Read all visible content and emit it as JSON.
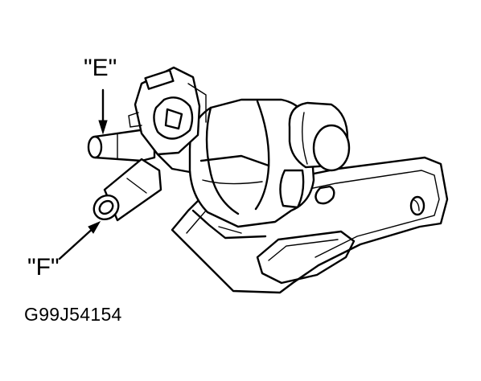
{
  "labels": {
    "port_e": "\"E\"",
    "port_f": "\"F\""
  },
  "figure_code": "G99J54154",
  "colors": {
    "line": "#000000",
    "background": "#ffffff"
  }
}
